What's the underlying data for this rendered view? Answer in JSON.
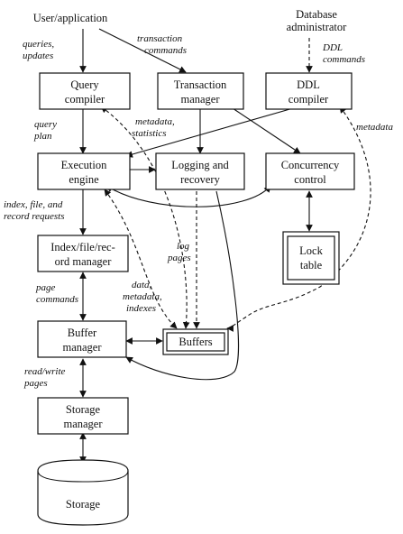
{
  "actors": {
    "user": "User/application",
    "dba_line1": "Database",
    "dba_line2": "administrator"
  },
  "boxes": {
    "query_compiler": [
      "Query",
      "compiler"
    ],
    "transaction_manager": [
      "Transaction",
      "manager"
    ],
    "ddl_compiler": [
      "DDL",
      "compiler"
    ],
    "execution_engine": [
      "Execution",
      "engine"
    ],
    "logging_recovery": [
      "Logging and",
      "recovery"
    ],
    "concurrency_control": [
      "Concurrency",
      "control"
    ],
    "index_manager": [
      "Index/file/rec-",
      "ord manager"
    ],
    "lock_table": [
      "Lock",
      "table"
    ],
    "buffer_manager": [
      "Buffer",
      "manager"
    ],
    "buffers": [
      "Buffers"
    ],
    "storage_manager": [
      "Storage",
      "manager"
    ],
    "storage": [
      "Storage"
    ]
  },
  "edge_labels": {
    "queries_updates": [
      "queries,",
      "updates"
    ],
    "transaction_commands": [
      "transaction",
      "commands"
    ],
    "ddl_commands": [
      "DDL",
      "commands"
    ],
    "query_plan": [
      "query",
      "plan"
    ],
    "metadata_statistics": [
      "metadata,",
      "statistics"
    ],
    "metadata": [
      "metadata"
    ],
    "index_requests": [
      "index, file, and",
      "record requests"
    ],
    "log_pages": [
      "log",
      "pages"
    ],
    "page_commands": [
      "page",
      "commands"
    ],
    "data_metadata_indexes": [
      "data,",
      "metadata,",
      "indexes"
    ],
    "read_write_pages": [
      "read/write",
      "pages"
    ]
  }
}
